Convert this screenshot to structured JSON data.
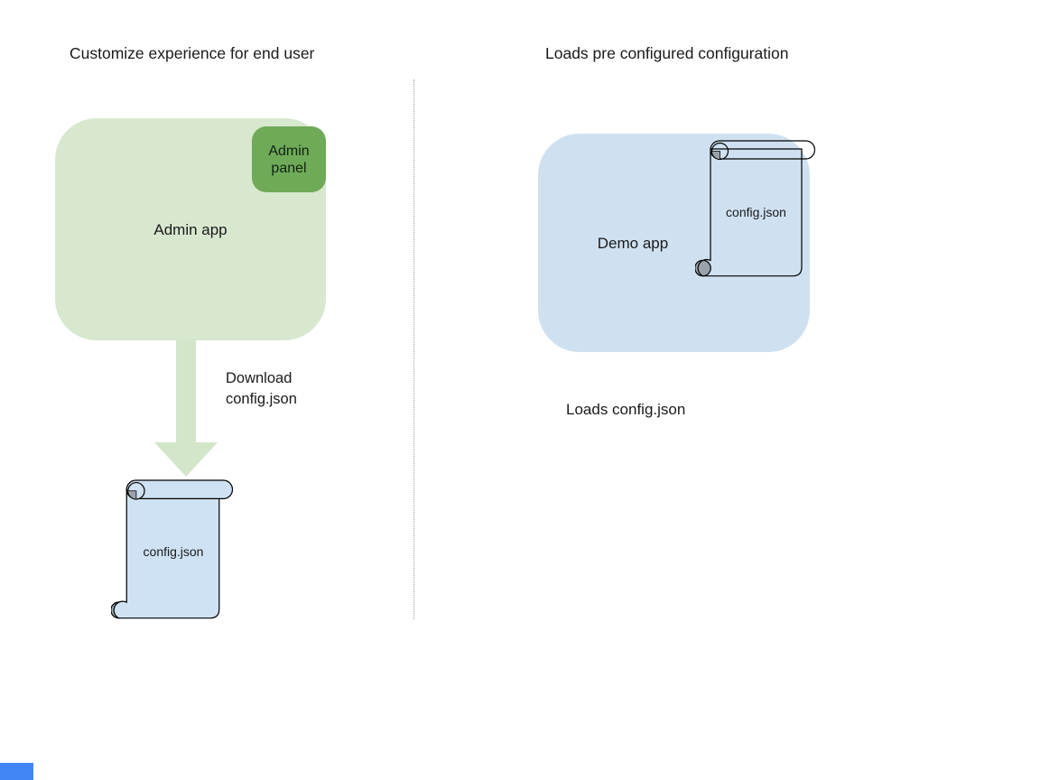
{
  "left": {
    "title": "Customize experience for end user",
    "admin_app_label": "Admin app",
    "admin_panel_label": "Admin panel",
    "arrow_label": "Download\nconfig.json",
    "config_file_label": "config.json"
  },
  "right": {
    "title": "Loads pre configured configuration",
    "demo_app_label": "Demo app",
    "config_file_label": "config.json",
    "caption": "Loads config.json"
  },
  "icons": {
    "download_arrow": "down-arrow",
    "config_file": "scroll"
  },
  "colors": {
    "admin_app_fill": "#d7e8cf",
    "admin_panel_fill": "#6faa58",
    "arrow_fill": "#d3e6c9",
    "demo_app_fill": "#cfe1f1",
    "scroll_fill": "#cfe2f3",
    "scroll_curl_fill": "#9aa3ab",
    "divider": "#9e9e9e",
    "text": "#1a1a1a",
    "corner_rect_fill": "#4285f4"
  }
}
